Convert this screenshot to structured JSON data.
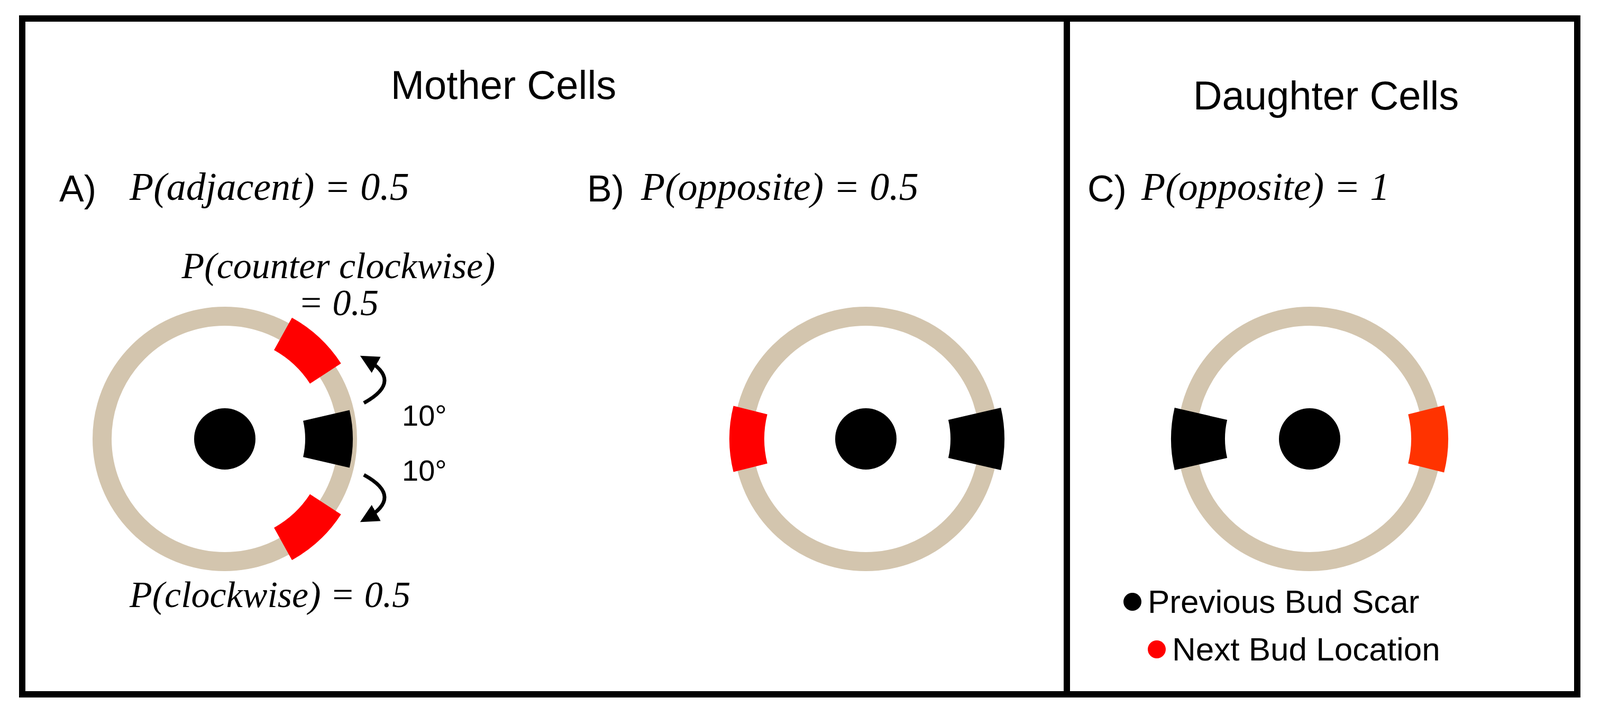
{
  "diagram": {
    "nodes": [
      {
        "text": [
          "Mother Cells"
        ]
      },
      {
        "text": [
          "Daughter Cells"
        ]
      }
    ],
    "labels": [
      "A)",
      "P(adjacent) = 0.5",
      "P(counter clockwise) = 0.5",
      "10°",
      "10°",
      "P(clockwise) = 0.5",
      "B)",
      "P(opposite) = 0.5",
      "C)",
      "P(opposite) = 1"
    ],
    "legend": [
      {
        "text": "Previous Bud Scar",
        "color": "#000000"
      },
      {
        "text": "Next Bud Location",
        "color": "#ff0000"
      }
    ]
  }
}
